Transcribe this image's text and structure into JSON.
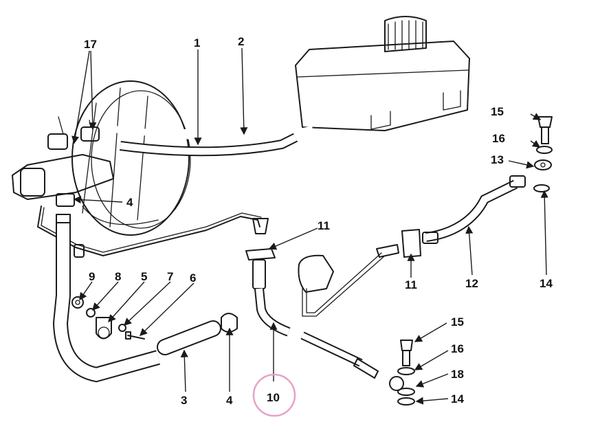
{
  "labels": {
    "l1": "1",
    "l2": "2",
    "l3": "3",
    "l4a": "4",
    "l4b": "4",
    "l5": "5",
    "l6": "6",
    "l7": "7",
    "l8": "8",
    "l9": "9",
    "l10": "10",
    "l11a": "11",
    "l11b": "11",
    "l12": "12",
    "l13": "13",
    "l14a": "14",
    "l14b": "14",
    "l15a": "15",
    "l15b": "15",
    "l16a": "16",
    "l16b": "16",
    "l17": "17",
    "l18": "18"
  },
  "colors": {
    "ink": "#1a1a1a",
    "highlight_circle": "#e8a0c8",
    "background": "#ffffff"
  }
}
